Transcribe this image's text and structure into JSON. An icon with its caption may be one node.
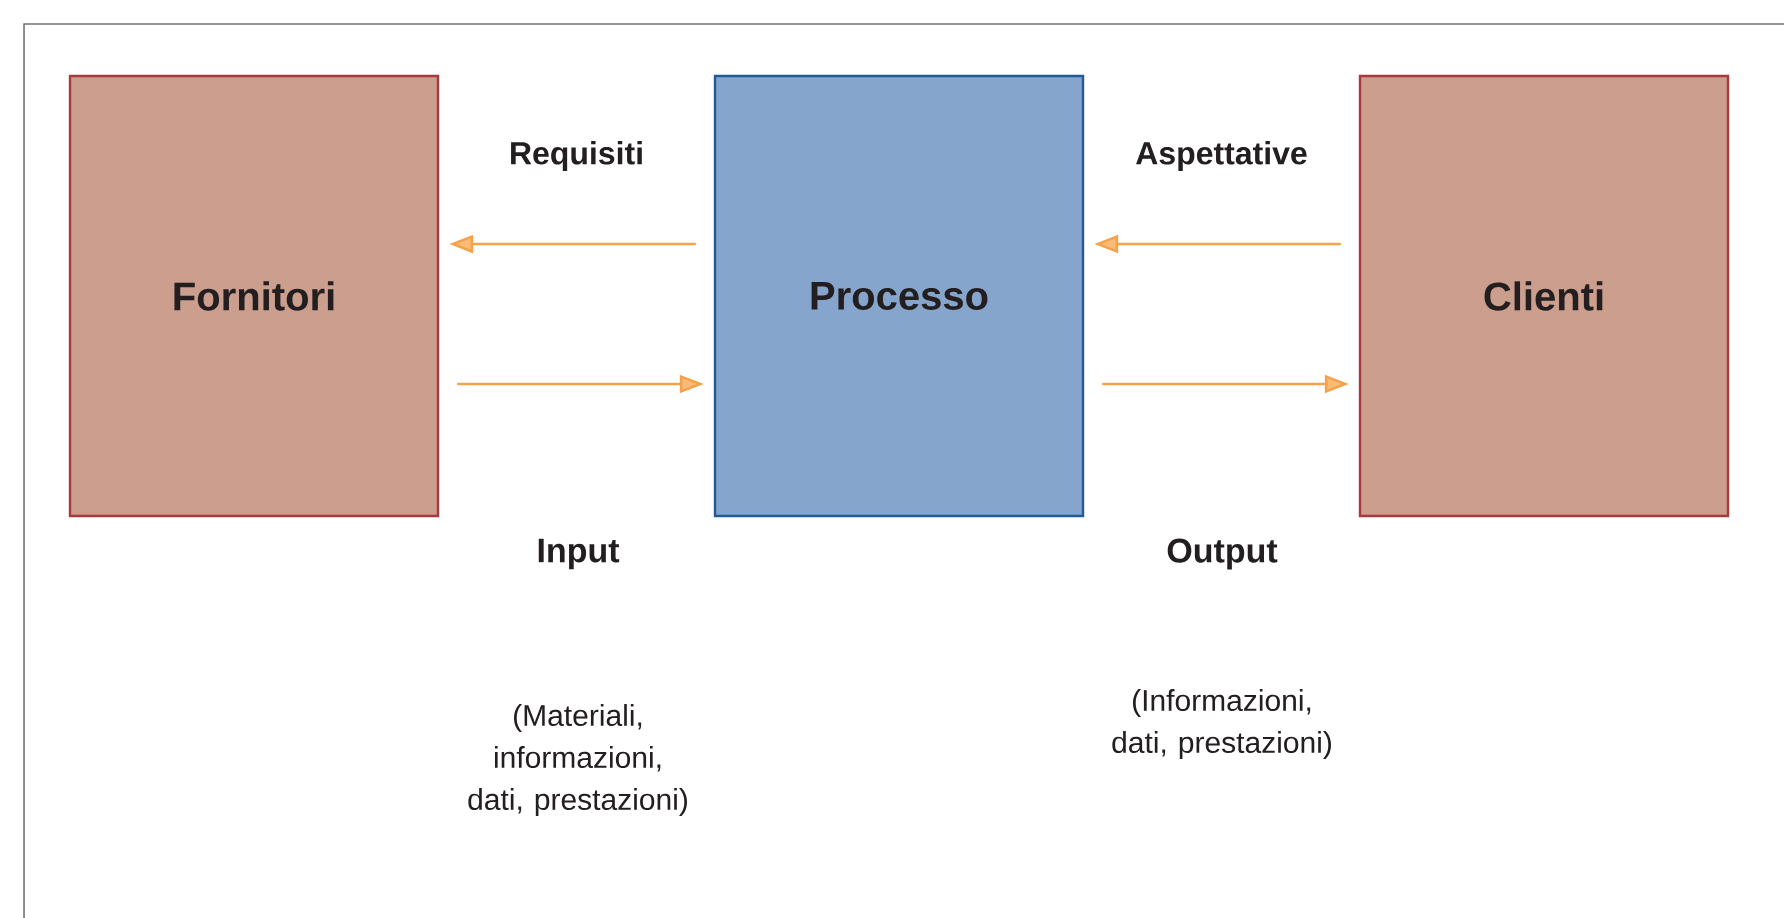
{
  "diagram": {
    "nodes": [
      {
        "text": [
          "Fornitori"
        ]
      },
      {
        "text": [
          "Processo"
        ]
      },
      {
        "text": [
          "Clienti"
        ]
      }
    ],
    "edges": [
      {
        "from": 1,
        "to": 0,
        "arrow": "to",
        "label": "Requisiti"
      },
      {
        "from": 0,
        "to": 1,
        "arrow": "to"
      },
      {
        "from": 2,
        "to": 1,
        "arrow": "to",
        "label": "Aspettative"
      },
      {
        "from": 1,
        "to": 2,
        "arrow": "to"
      }
    ],
    "labels": [
      "Input",
      "(Materiali, informazioni, dati, prestazioni)",
      "Output",
      "(Informazioni, dati, prestazioni)"
    ]
  }
}
